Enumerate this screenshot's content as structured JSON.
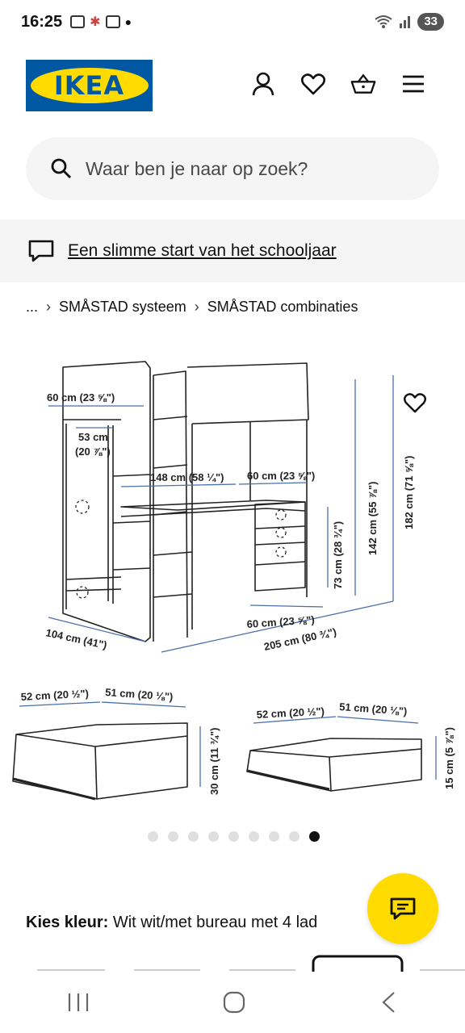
{
  "status_bar": {
    "time": "16:25",
    "battery": "33"
  },
  "header": {
    "logo_text": "IKEA",
    "icons": [
      "account-icon",
      "heart-icon",
      "basket-icon",
      "menu-icon"
    ]
  },
  "search": {
    "placeholder": "Waar ben je naar op zoek?"
  },
  "promo": {
    "text": "Een slimme start van het schooljaar"
  },
  "breadcrumb": {
    "ellipsis": "...",
    "items": [
      "SMÅSTAD systeem",
      "SMÅSTAD combinaties"
    ]
  },
  "dimensions": {
    "bed_depth": "60 cm (23 ⅝\")",
    "inner_width": "53 cm",
    "inner_width_in": "(20 ⅞\")",
    "desk_width": "148 cm (58 ¼\")",
    "desk_depth": "60 cm (23 ⅝\")",
    "desk_height": "73 cm (28 ¾\")",
    "under_height": "142 cm (55 ⅞\")",
    "total_height": "182 cm (71 ⅝\")",
    "total_depth": "104 cm (41\")",
    "front_depth": "60 cm (23 ⅝\")",
    "total_length": "205 cm (80 ¾\")",
    "drawer1_w": "52 cm (20 ½\")",
    "drawer1_d": "51 cm (20 ⅛\")",
    "drawer1_h": "30 cm (11 ¾\")",
    "drawer2_w": "52 cm (20 ½\")",
    "drawer2_d": "51 cm (20 ⅛\")",
    "drawer2_h": "15 cm (5 ⅞\")"
  },
  "carousel": {
    "count": 9,
    "active": 8
  },
  "colour": {
    "label": "Kies kleur:",
    "value": "Wit wit/met bureau met 4 lad"
  },
  "colors": {
    "ikea_blue": "#0058a3",
    "ikea_yellow": "#ffdb00",
    "light_grey": "#f5f5f5"
  }
}
